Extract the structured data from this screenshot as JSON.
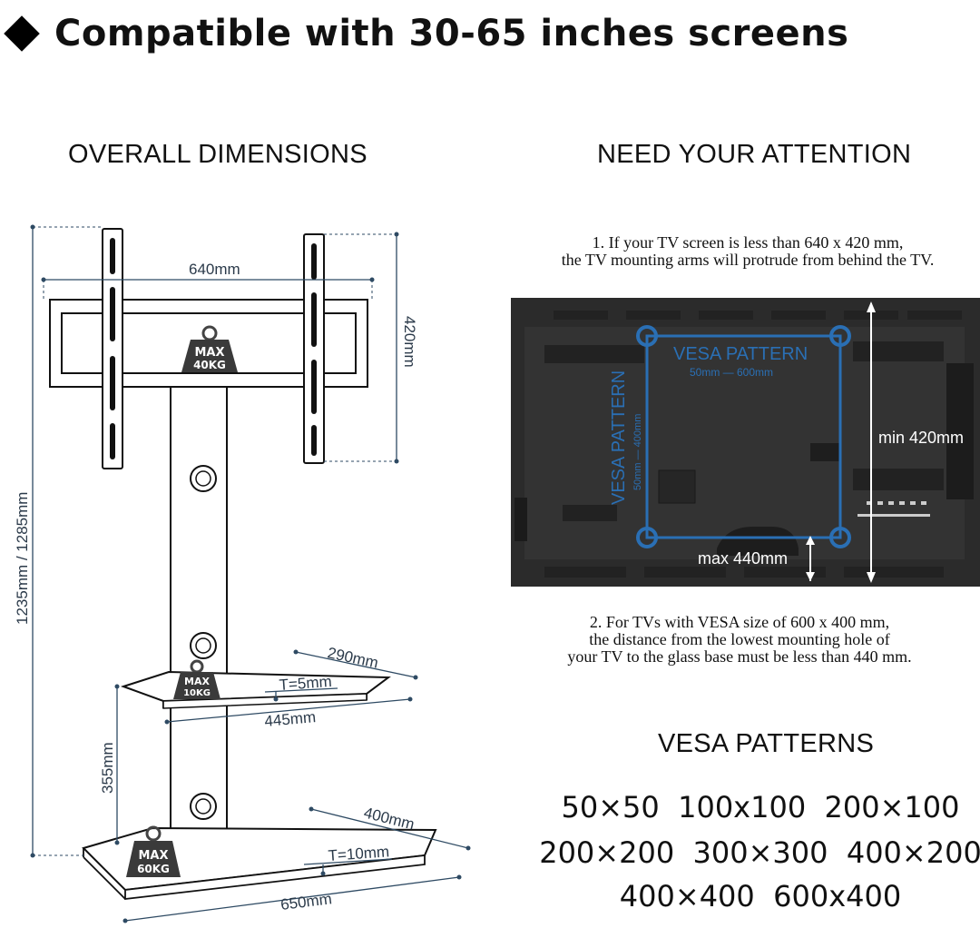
{
  "headline": "Compatible with 30-65 inches screens",
  "left_panel": {
    "title": "OVERALL DIMENSIONS",
    "dims": {
      "width_top": "640mm",
      "height_bracket": "420mm",
      "total_height": "1235mm / 1285mm",
      "shelf_depth": "290mm",
      "shelf_thickness": "T=5mm",
      "shelf_width": "445mm",
      "shelf_gap": "355mm",
      "base_depth": "400mm",
      "base_thickness": "T=10mm",
      "base_width": "650mm"
    },
    "badges": [
      {
        "line1": "MAX",
        "line2": "40KG"
      },
      {
        "line1": "MAX",
        "line2": "10KG"
      },
      {
        "line1": "MAX",
        "line2": "60KG"
      }
    ]
  },
  "right_panel": {
    "title": "NEED YOUR ATTENTION",
    "note1": [
      "1. If your TV screen is less than 640 x 420 mm,",
      "the TV mounting arms will protrude from behind the TV."
    ],
    "tv": {
      "vesa_h": "VESA PATTERN",
      "vesa_h_range": "50mm — 600mm",
      "vesa_v": "VESA PATTERN",
      "vesa_v_range": "50mm — 400mm",
      "min_label": "min 420mm",
      "max_label": "max 440mm"
    },
    "note2": [
      "2. For TVs with VESA size of 600 x 400 mm,",
      "the distance from the lowest mounting hole of",
      "your TV to the glass base must be less than 440 mm."
    ],
    "patterns_title": "VESA PATTERNS",
    "patterns": [
      "50×50  100x100  200×100",
      "200×200  300×300  400×200",
      "400×400  600x400"
    ]
  },
  "colors": {
    "dimension_lines": "#2e4a63",
    "vesa_blue": "#2a6fb4",
    "tv_body": "#2b2b2b"
  }
}
